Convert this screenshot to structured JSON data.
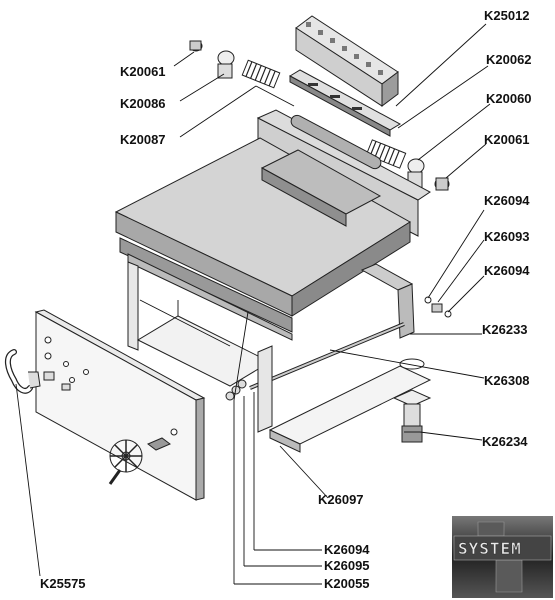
{
  "logo": {
    "text": "SYSTEM"
  },
  "labels": {
    "k25012": "K25012",
    "k20061_top": "K20061",
    "k20062": "K20062",
    "k20086": "K20086",
    "k20060": "K20060",
    "k20087": "K20087",
    "k20061_right": "K20061",
    "k26094_a": "K26094",
    "k26093": "K26093",
    "k26094_b": "K26094",
    "k26233": "K26233",
    "k26308": "K26308",
    "k26234": "K26234",
    "k26097": "K26097",
    "k26094_c": "K26094",
    "k26095": "K26095",
    "k20055": "K20055",
    "k25575": "K25575"
  }
}
